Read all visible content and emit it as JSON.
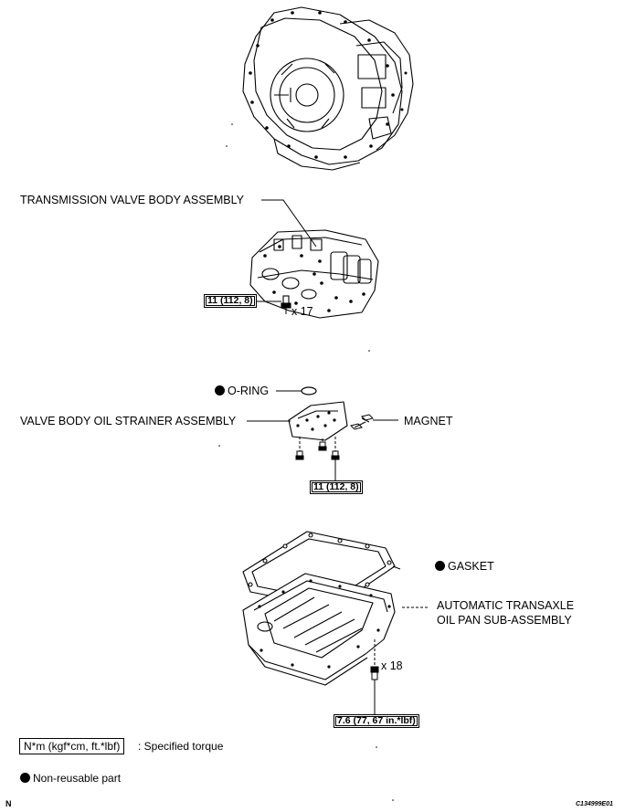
{
  "labels": {
    "valve_body": "TRANSMISSION VALVE BODY ASSEMBLY",
    "o_ring": "O-RING",
    "strainer": "VALVE BODY OIL STRAINER ASSEMBLY",
    "magnet": "MAGNET",
    "gasket": "GASKET",
    "oil_pan_line1": "AUTOMATIC TRANSAXLE",
    "oil_pan_line2": "OIL PAN SUB-ASSEMBLY"
  },
  "torque": {
    "valve_body_bolts": "11 (112, 8)",
    "strainer_bolts": "11 (112, 8)",
    "oil_pan_bolts": "7.6 (77, 67 in.*lbf)"
  },
  "quantities": {
    "valve_body_bolts": "x 17",
    "oil_pan_bolts": "x 18"
  },
  "legend": {
    "torque_box": "N*m (kgf*cm, ft.*lbf)",
    "torque_desc": ": Specified torque",
    "non_reusable": "Non-reusable part"
  },
  "footer": {
    "left_code": "N",
    "right_code": "C134999E01"
  }
}
